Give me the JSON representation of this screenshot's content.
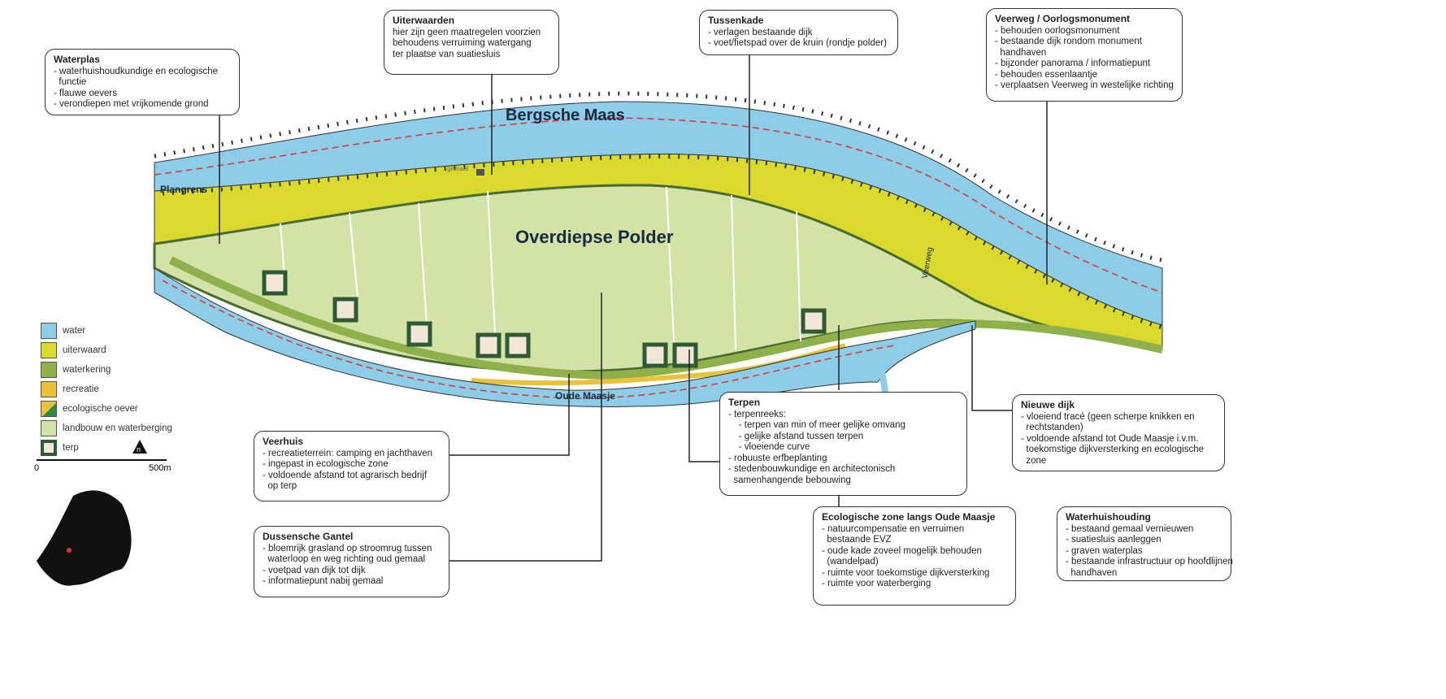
{
  "map": {
    "labels": {
      "river_main": "Bergsche Maas",
      "polder": "Overdiepse Polder",
      "river_side": "Oude Maasje",
      "plangrens": "Plangrens",
      "veerweg": "Veerweg",
      "gemaal": "gemaal"
    },
    "colors": {
      "water": "#8ecde8",
      "uiterwaard": "#d9d92e",
      "waterkering": "#8fb04a",
      "recreatie": "#e8c23a",
      "landbouw": "#d3e2a6",
      "terp": "#2f5a34"
    }
  },
  "legend": {
    "items": [
      {
        "label": "water",
        "color": "#8ecde8"
      },
      {
        "label": "uiterwaard",
        "color": "#d9d92e"
      },
      {
        "label": "waterkering",
        "color": "#8fb04a"
      },
      {
        "label": "recreatie",
        "color": "#e8c23a"
      },
      {
        "label": "ecologische oever",
        "color": "#2e8a3e"
      },
      {
        "label": "landbouw en waterberging",
        "color": "#d3e2a6"
      },
      {
        "label": "terp",
        "color": "#2f5a34"
      }
    ],
    "north": "n",
    "scale_start": "0",
    "scale_end": "500m"
  },
  "boxes": [
    {
      "title": "Waterplas",
      "lines": [
        "- waterhuishoudkundige en ecologische",
        "  functie",
        "- flauwe oevers",
        "- verondiepen met vrijkomende grond"
      ]
    },
    {
      "title": "Uiterwaarden",
      "lines": [
        "hier zijn geen maatregelen voorzien",
        "behoudens verruiming watergang",
        "ter plaatse van suatiesluis"
      ]
    },
    {
      "title": "Tussenkade",
      "lines": [
        "- verlagen bestaande dijk",
        "- voet/fietspad over de kruin (rondje polder)"
      ]
    },
    {
      "title": "Veerweg / Oorlogsmonument",
      "lines": [
        "- behouden oorlogsmonument",
        "- bestaande dijk rondom monument",
        "  handhaven",
        "- bijzonder panorama / informatiepunt",
        "- behouden essenlaantje",
        "- verplaatsen Veerweg in westelijke richting"
      ]
    },
    {
      "title": "Veerhuis",
      "lines": [
        "- recreatieterrein: camping en jachthaven",
        "- ingepast in ecologische zone",
        "- voldoende afstand tot agrarisch bedrijf",
        "  op terp"
      ]
    },
    {
      "title": "Terpen",
      "lines": [
        "- terpenreeks:",
        "    - terpen van min of meer gelijke omvang",
        "    - gelijke afstand tussen terpen",
        "    - vloeiende curve",
        "- robuuste erfbeplanting",
        "- stedenbouwkundige en architectonisch",
        "  samenhangende bebouwing"
      ]
    },
    {
      "title": "Nieuwe dijk",
      "lines": [
        "- vloeiend tracé (geen scherpe knikken en",
        "  rechtstanden)",
        "- voldoende afstand tot Oude Maasje i.v.m.",
        "  toekomstige dijkversterking en ecologische",
        "  zone"
      ]
    },
    {
      "title": "Ecologische zone langs Oude Maasje",
      "lines": [
        "- natuurcompensatie en verruimen",
        "  bestaande EVZ",
        "- oude kade zoveel mogelijk behouden",
        "  (wandelpad)",
        "- ruimte voor toekomstige dijkversterking",
        "- ruimte voor waterberging"
      ]
    },
    {
      "title": "Waterhuishouding",
      "lines": [
        "- bestaand gemaal vernieuwen",
        "- suatiesluis aanleggen",
        "- graven waterplas",
        "- bestaande infrastructuur op hoofdlijnen",
        "  handhaven"
      ]
    },
    {
      "title": "Dussensche Gantel",
      "lines": [
        "- bloemrijk grasland op stroomrug tussen",
        "  waterloop en weg richting oud gemaal",
        "- voetpad van dijk tot dijk",
        "- informatiepunt nabij gemaal"
      ]
    }
  ]
}
